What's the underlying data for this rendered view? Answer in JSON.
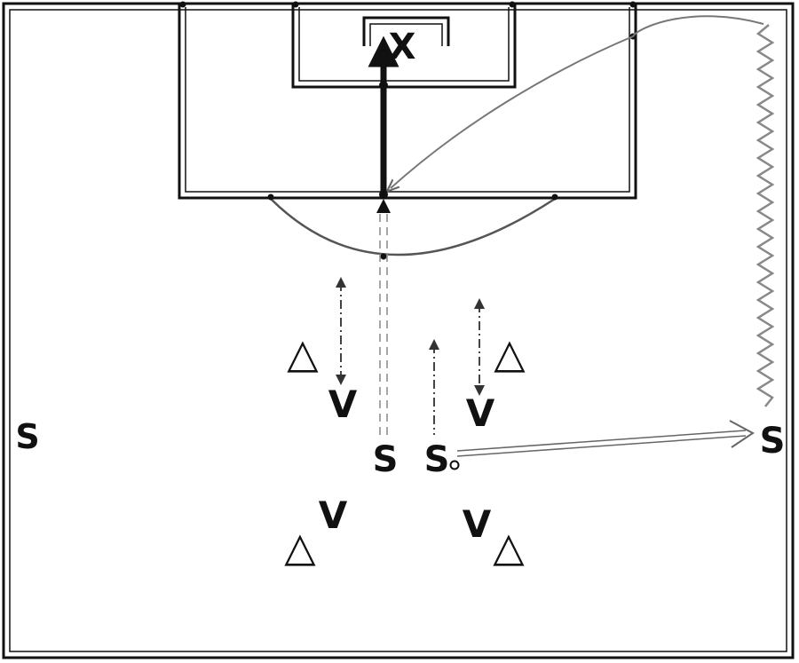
{
  "colors": {
    "field_line": "#111111",
    "background": "#ffffff",
    "pass": "#777777",
    "dribble": "#777777",
    "shot": "#111111"
  },
  "symbols": {
    "goal_target": "X",
    "striker": "S",
    "defender": "V",
    "cone": "△"
  },
  "players": {
    "striker_left_wing": "S",
    "striker_center_left": "S",
    "striker_center_right": "S",
    "striker_right_wing": "S"
  },
  "defenders": [
    "V",
    "V",
    "V",
    "V"
  ],
  "cones": [
    "△",
    "△",
    "△",
    "△"
  ]
}
